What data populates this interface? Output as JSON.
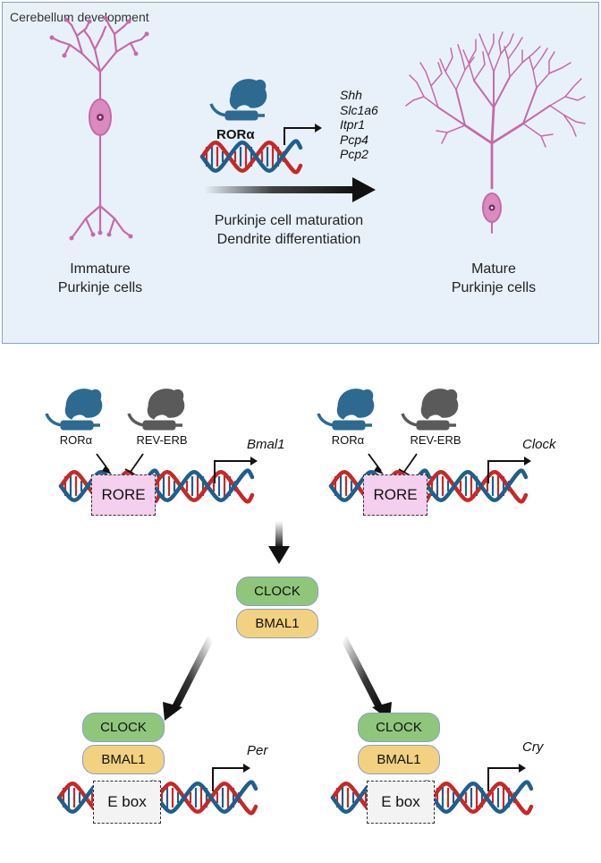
{
  "top_panel": {
    "title": "Cerebellum development",
    "immature_label": [
      "Immature",
      "Purkinje cells"
    ],
    "mature_label": [
      "Mature",
      "Purkinje cells"
    ],
    "protein": "RORα",
    "genes": [
      "Shh",
      "Slc1a6",
      "Itpr1",
      "Pcp4",
      "Pcp2"
    ],
    "process_label": [
      "Purkinje cell maturation",
      "Dendrite differentiation"
    ]
  },
  "bottom_panel": {
    "title": "Circadian rhythm",
    "left_module": {
      "activator": "RORα",
      "repressor": "REV-ERB",
      "element": "RORE",
      "target_gene": "Bmal1"
    },
    "right_module": {
      "activator": "RORα",
      "repressor": "REV-ERB",
      "element": "RORE",
      "target_gene": "Clock"
    },
    "complex": {
      "clock": "CLOCK",
      "bmal": "BMAL1"
    },
    "left_output": {
      "clock": "CLOCK",
      "bmal": "BMAL1",
      "element": "E box",
      "target_gene": "Per"
    },
    "right_output": {
      "clock": "CLOCK",
      "bmal": "BMAL1",
      "element": "E box",
      "target_gene": "Cry"
    }
  },
  "colors": {
    "top_panel_bg": "#e8f1fa",
    "bottom_panel_bg": "#fcecec",
    "neuron": "#c56aa8",
    "receptor_blue": "#2e6a8f",
    "receptor_grey": "#5a5a5a",
    "dna_red": "#c62828",
    "dna_blue": "#1f5f8b",
    "rore_box": "#f5cfee",
    "clock_pill": "#90c67c",
    "bmal_pill": "#f2d180"
  }
}
